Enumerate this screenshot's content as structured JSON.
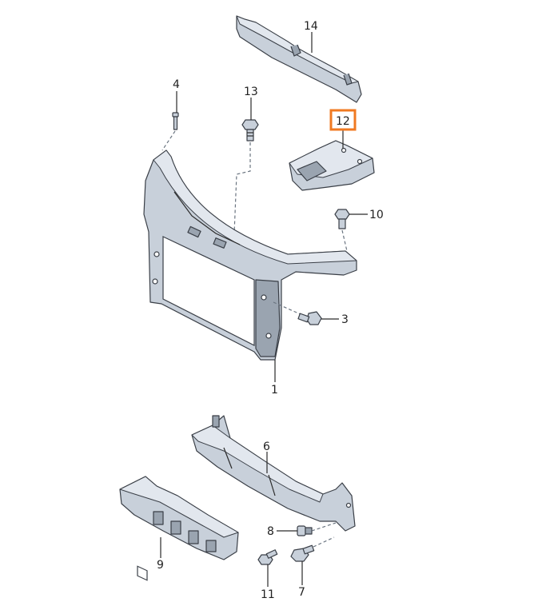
{
  "labels": {
    "p1": "1",
    "p3": "3",
    "p4": "4",
    "p6": "6",
    "p7": "7",
    "p8": "8",
    "p9": "9",
    "p10": "10",
    "p11": "11",
    "p12": "12",
    "p13": "13",
    "p14": "14"
  },
  "highlighted_label": "12",
  "colors": {
    "highlight": "#f07a22",
    "part_fill": "#c8d0da",
    "outline": "#3a3f47"
  }
}
